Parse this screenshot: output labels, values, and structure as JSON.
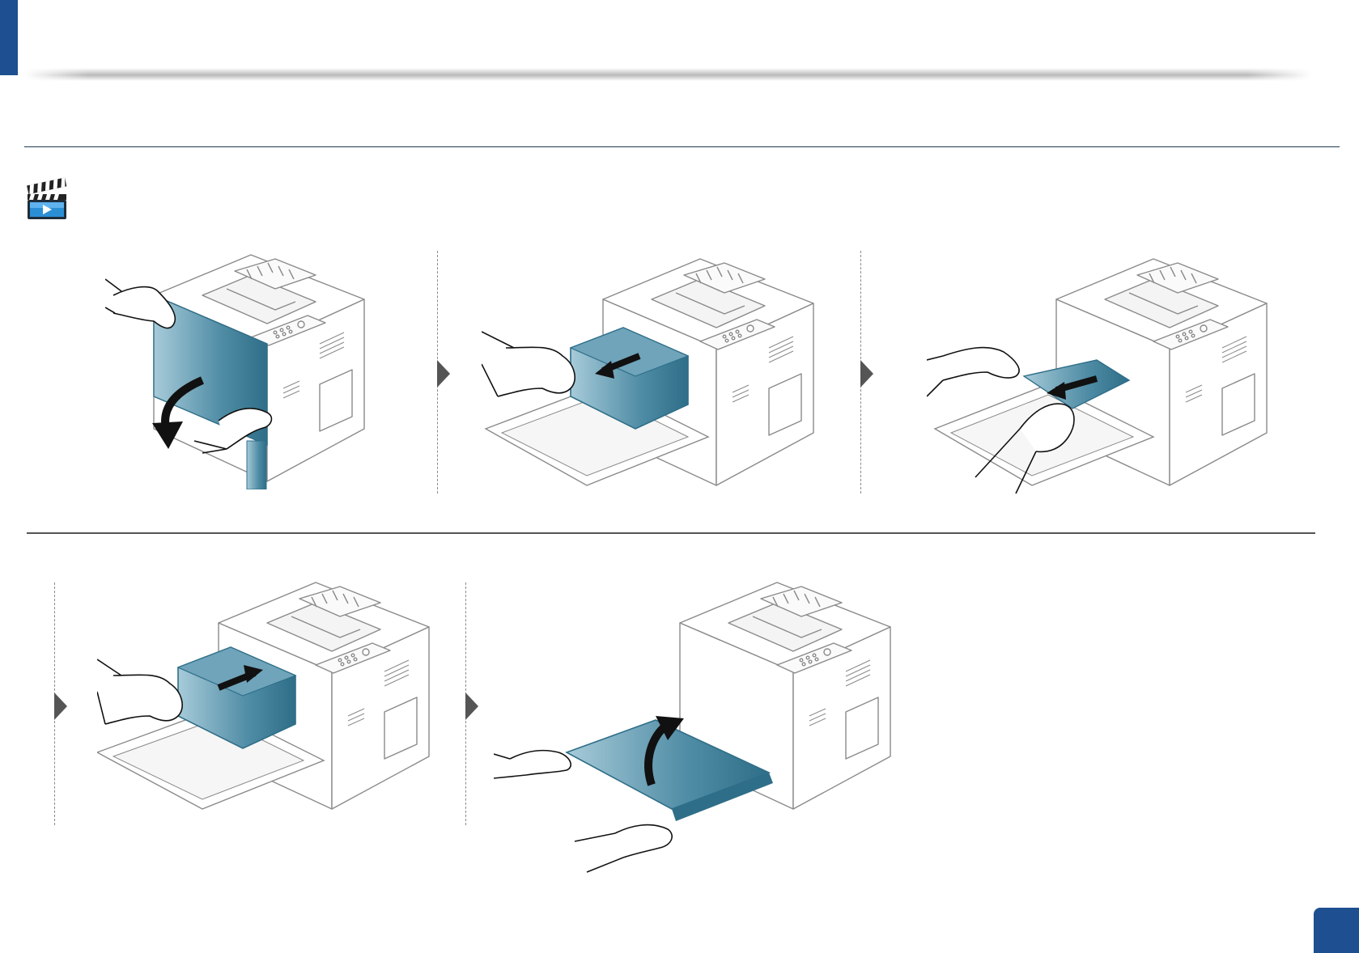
{
  "colors": {
    "brand_blue": "#1d4f91",
    "part_teal": "#3f7f99",
    "part_teal_light": "#9cc3d3",
    "line_gray": "#8a8a8a",
    "rule_dark": "#1f3a52"
  },
  "header": {
    "corner_tab_color": "#1d4f91"
  },
  "video_icon": {
    "icon": "video-clapperboard-icon"
  },
  "steps": [
    {
      "action": "open-front-cover",
      "arrow": "curved-down"
    },
    {
      "action": "remove-toner-cartridge",
      "arrow": "straight-left"
    },
    {
      "action": "remove-jammed-paper",
      "arrow": "straight-left"
    },
    {
      "action": "reinsert-toner-cartridge",
      "arrow": "straight-right"
    },
    {
      "action": "close-front-cover",
      "arrow": "curved-up"
    }
  ],
  "page_number": {
    "value": ""
  }
}
